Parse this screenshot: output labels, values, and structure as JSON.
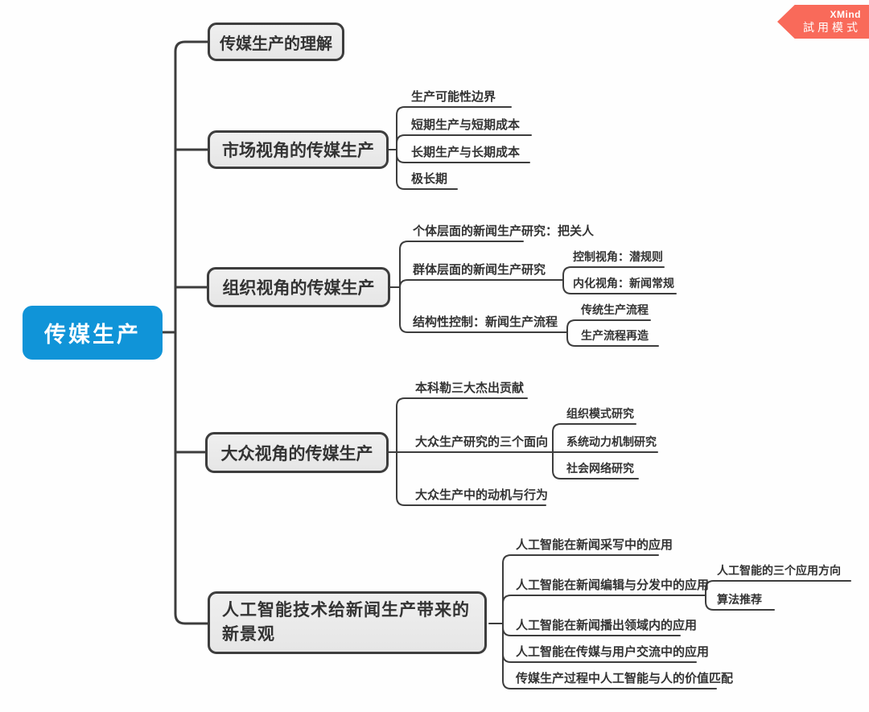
{
  "badge": {
    "app": "XMind",
    "mode": "試用模式",
    "color": "#f96a5a"
  },
  "map": {
    "root": {
      "label": "传媒生产",
      "color": "#1094d8"
    },
    "branches": [
      {
        "label": "传媒生产的理解",
        "children": []
      },
      {
        "label": "市场视角的传媒生产",
        "children": [
          {
            "label": "生产可能性边界"
          },
          {
            "label": "短期生产与短期成本"
          },
          {
            "label": "长期生产与长期成本"
          },
          {
            "label": "极长期"
          }
        ]
      },
      {
        "label": "组织视角的传媒生产",
        "children": [
          {
            "label": "个体层面的新闻生产研究：把关人"
          },
          {
            "label": "群体层面的新闻生产研究",
            "children": [
              {
                "label": "控制视角：潜规则"
              },
              {
                "label": "内化视角：新闻常规"
              }
            ]
          },
          {
            "label": "结构性控制：新闻生产流程",
            "children": [
              {
                "label": "传统生产流程"
              },
              {
                "label": "生产流程再造"
              }
            ]
          }
        ]
      },
      {
        "label": "大众视角的传媒生产",
        "children": [
          {
            "label": "本科勒三大杰出贡献"
          },
          {
            "label": "大众生产研究的三个面向",
            "children": [
              {
                "label": "组织模式研究"
              },
              {
                "label": "系统动力机制研究"
              },
              {
                "label": "社会网络研究"
              }
            ]
          },
          {
            "label": "大众生产中的动机与行为"
          }
        ]
      },
      {
        "label": "人工智能技术给新闻生产带来的新景观",
        "children": [
          {
            "label": "人工智能在新闻采写中的应用"
          },
          {
            "label": "人工智能在新闻编辑与分发中的应用",
            "children": [
              {
                "label": "人工智能的三个应用方向"
              },
              {
                "label": "算法推荐"
              }
            ]
          },
          {
            "label": "人工智能在新闻播出领域内的应用"
          },
          {
            "label": "人工智能在传媒与用户交流中的应用"
          },
          {
            "label": "传媒生产过程中人工智能与人的价值匹配"
          }
        ]
      }
    ]
  }
}
